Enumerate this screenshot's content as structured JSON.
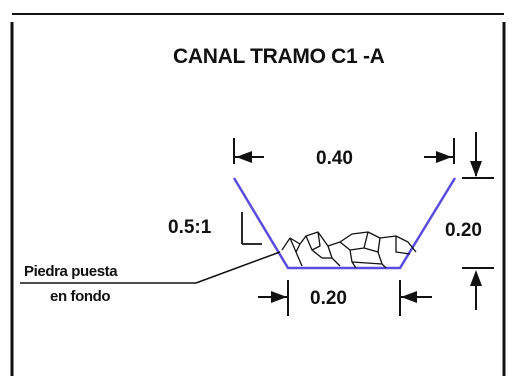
{
  "drawing": {
    "title": "CANAL TRAMO C1 -A",
    "top_width_label": "0.40",
    "bottom_width_label": "0.20",
    "depth_label": "0.20",
    "slope_label": "0.5:1",
    "note_line1": "Piedra puesta",
    "note_line2": "en fondo"
  },
  "colors": {
    "background": "#ffffff",
    "ink": "#111111",
    "section_outline": "#5b4ce0"
  }
}
